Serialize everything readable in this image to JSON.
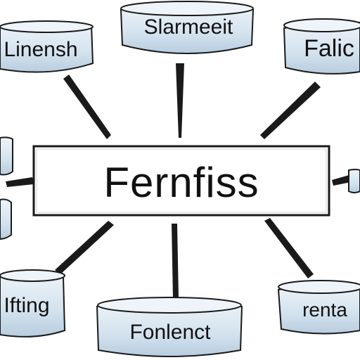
{
  "diagram": {
    "center": {
      "label": "Fernfiss"
    },
    "nodes": [
      {
        "id": "top-left",
        "label": "Linensh"
      },
      {
        "id": "top",
        "label": "Slarmeeit"
      },
      {
        "id": "top-right",
        "label": "Falic"
      },
      {
        "id": "mid-left-upper",
        "label": ""
      },
      {
        "id": "mid-left-lower",
        "label": ""
      },
      {
        "id": "bottom-left",
        "label": "Ifting"
      },
      {
        "id": "bottom",
        "label": "Fonlenct"
      },
      {
        "id": "bottom-right",
        "label": "renta"
      }
    ],
    "colors": {
      "node_fill": "#d9e6f0",
      "node_stroke": "#1a1a1a",
      "connector": "#1a1a1a",
      "center_fill": "#ffffff"
    }
  }
}
